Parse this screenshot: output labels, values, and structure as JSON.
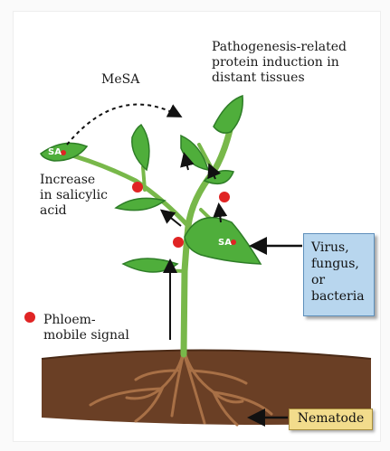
{
  "labels": {
    "pr_induction": "Pathogenesis-related\nprotein induction in\ndistant tissues",
    "mesa": "MeSA",
    "increase_sa": "Increase\nin salicylic\nacid",
    "phloem_signal": "Phloem-\nmobile signal",
    "virus_box": "Virus,\nfungus,\nor\nbacteria",
    "nematode": "Nematode",
    "sa_left": "SA",
    "sa_right": "SA"
  },
  "colors": {
    "leaf": "#4fae3b",
    "leaf_dark": "#2e7d27",
    "stem": "#78b84a",
    "soil": "#6a3f25",
    "root": "#a87046",
    "signal_dot": "#e02424",
    "virus_box": "#b8d6ee",
    "nematode_box": "#f2dc8c"
  }
}
